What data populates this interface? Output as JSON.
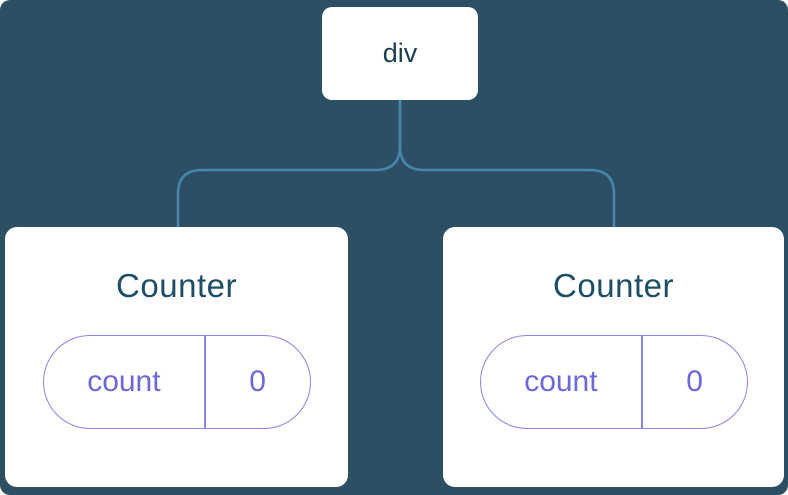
{
  "colors": {
    "background": "#2D4F63",
    "card": "#FFFFFF",
    "connector": "#4786AD",
    "root_text": "#1C3E50",
    "title_text": "#1D4E66",
    "pill_border": "#8886E5",
    "pill_text": "#6B68D8"
  },
  "tree": {
    "root": {
      "label": "div"
    },
    "children": [
      {
        "title": "Counter",
        "state_key": "count",
        "state_value": "0"
      },
      {
        "title": "Counter",
        "state_key": "count",
        "state_value": "0"
      }
    ]
  }
}
